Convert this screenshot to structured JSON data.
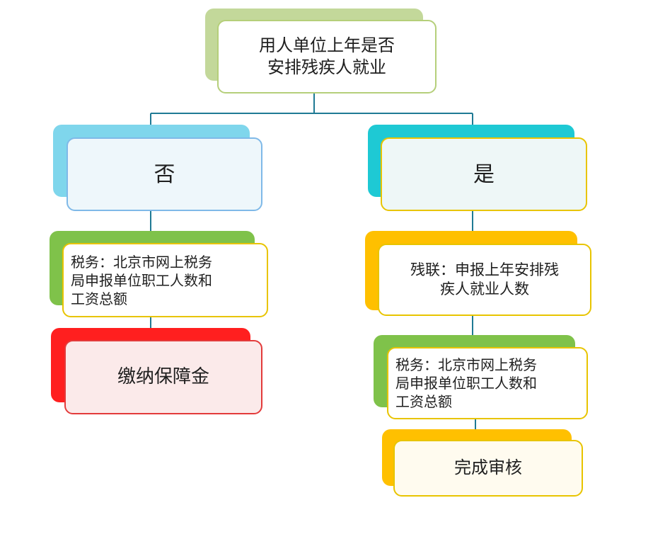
{
  "nodes": {
    "root": {
      "text": "用人单位上年是否\n安排残疾人就业",
      "back": "#c3d89a",
      "front_bg": "#ffffff",
      "border": "#b5cf7a"
    },
    "no": {
      "text": "否",
      "back": "#7fd6ec",
      "front_bg": "#eef7fb",
      "border": "#7fb9e8"
    },
    "yes": {
      "text": "是",
      "back": "#1ec9d4",
      "front_bg": "#eef7f7",
      "border": "#e8c400"
    },
    "tax_left": {
      "text": "税务：北京市网上税务\n局申报单位职工人数和\n工资总额",
      "back": "#7fc24a",
      "front_bg": "#ffffff",
      "border": "#e8c400"
    },
    "pay": {
      "text": "缴纳保障金",
      "back": "#ff1f1f",
      "front_bg": "#fbeaea",
      "border": "#e33b3b"
    },
    "disabled_fed": {
      "text": "残联：申报上年安排残\n疾人就业人数",
      "back": "#ffc000",
      "front_bg": "#ffffff",
      "border": "#e8c400"
    },
    "tax_right": {
      "text": "税务：北京市网上税务\n局申报单位职工人数和\n工资总额",
      "back": "#7fc24a",
      "front_bg": "#ffffff",
      "border": "#e8c400"
    },
    "done": {
      "text": "完成审核",
      "back": "#ffc000",
      "front_bg": "#fffbef",
      "border": "#e8c400"
    }
  },
  "connector_color": "#1f7a94"
}
